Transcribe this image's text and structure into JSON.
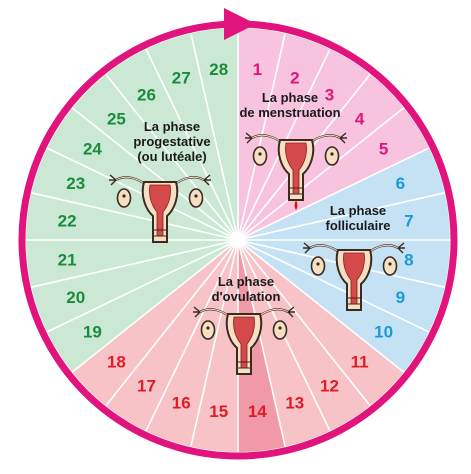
{
  "days": [
    {
      "n": "1",
      "phase": "menstruation"
    },
    {
      "n": "2",
      "phase": "menstruation"
    },
    {
      "n": "3",
      "phase": "menstruation"
    },
    {
      "n": "4",
      "phase": "menstruation"
    },
    {
      "n": "5",
      "phase": "menstruation"
    },
    {
      "n": "6",
      "phase": "follicular"
    },
    {
      "n": "7",
      "phase": "follicular"
    },
    {
      "n": "8",
      "phase": "follicular"
    },
    {
      "n": "9",
      "phase": "follicular"
    },
    {
      "n": "10",
      "phase": "follicular"
    },
    {
      "n": "11",
      "phase": "ovulation"
    },
    {
      "n": "12",
      "phase": "ovulation"
    },
    {
      "n": "13",
      "phase": "ovulation"
    },
    {
      "n": "14",
      "phase": "ovulation_peak"
    },
    {
      "n": "15",
      "phase": "ovulation"
    },
    {
      "n": "16",
      "phase": "ovulation"
    },
    {
      "n": "17",
      "phase": "ovulation"
    },
    {
      "n": "18",
      "phase": "ovulation"
    },
    {
      "n": "19",
      "phase": "luteal"
    },
    {
      "n": "20",
      "phase": "luteal"
    },
    {
      "n": "21",
      "phase": "luteal"
    },
    {
      "n": "22",
      "phase": "luteal"
    },
    {
      "n": "23",
      "phase": "luteal"
    },
    {
      "n": "24",
      "phase": "luteal"
    },
    {
      "n": "25",
      "phase": "luteal"
    },
    {
      "n": "26",
      "phase": "luteal"
    },
    {
      "n": "27",
      "phase": "luteal"
    },
    {
      "n": "28",
      "phase": "luteal"
    }
  ],
  "phases": {
    "menstruation": {
      "line1": "La phase",
      "line2": "de menstruation",
      "line3": ""
    },
    "follicular": {
      "line1": "La phase",
      "line2": "folliculaire",
      "line3": ""
    },
    "ovulation": {
      "line1": "La phase",
      "line2": "d'ovulation",
      "line3": ""
    },
    "luteal": {
      "line1": "La phase",
      "line2": "progestative",
      "line3": "(ou lutéale)"
    }
  },
  "colors": {
    "menstruation_bg": "#f8c3de",
    "menstruation_text": "#e0147c",
    "follicular_bg": "#c4e2f4",
    "follicular_text": "#1a9ad6",
    "ovulation_bg": "#f7c3c6",
    "ovulation_peak_bg": "#ef9aa6",
    "ovulation_text": "#e01c2a",
    "luteal_bg": "#cbe8d5",
    "luteal_text": "#1a8c3c",
    "ring": "#e0147c",
    "uterus_fill": "#f7dfc4",
    "uterus_stroke": "#3a2a20",
    "uterus_lining": "#d44a4a"
  }
}
